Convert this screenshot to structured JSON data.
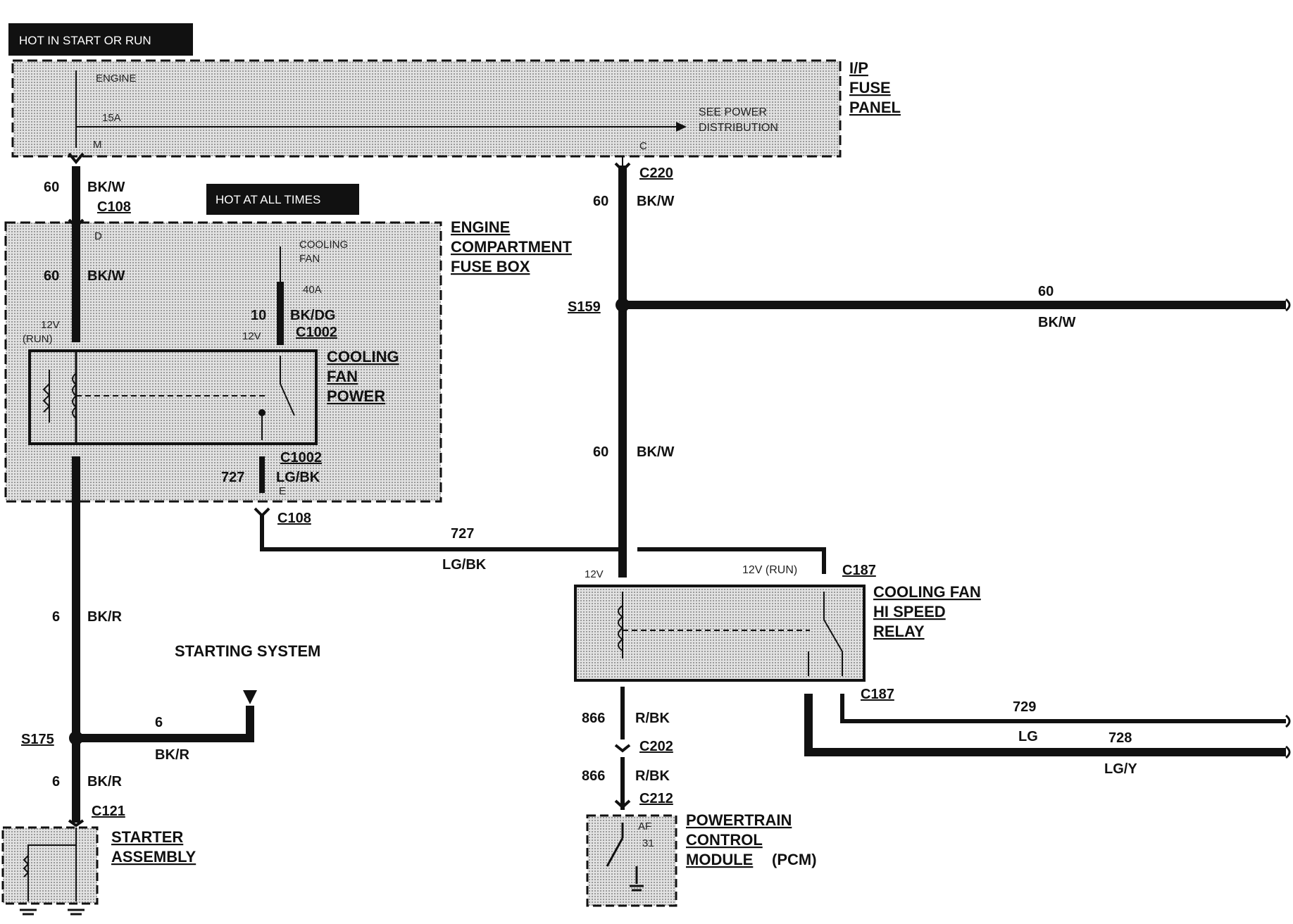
{
  "headers": {
    "hot_run": "HOT IN START OR RUN",
    "hot_all": "HOT AT ALL TIMES"
  },
  "components": {
    "ip_fuse_panel": [
      "I/P",
      "FUSE",
      "PANEL"
    ],
    "engine_fuse_box": [
      "ENGINE",
      "COMPARTMENT",
      "FUSE BOX"
    ],
    "cooling_fan_power": [
      "COOLING",
      "FAN",
      "POWER"
    ],
    "hi_speed_relay": [
      "COOLING FAN",
      "HI SPEED",
      "RELAY"
    ],
    "starter": [
      "STARTER",
      "ASSEMBLY"
    ],
    "pcm": [
      "POWERTRAIN",
      "CONTROL",
      "MODULE"
    ],
    "pcm_suffix": "(PCM)",
    "starting_system": "STARTING SYSTEM"
  },
  "fuse_labels": {
    "engine": "ENGINE",
    "amp15": "15A",
    "pin_m": "M",
    "see_power": "SEE POWER",
    "distribution": "DISTRIBUTION",
    "pin_c": "C",
    "cooling": "COOLING",
    "fan": "FAN",
    "amp40": "40A",
    "pin_d": "D",
    "v12": "12V",
    "run": "(RUN)",
    "pin_e": "E",
    "v12_run": "12V (RUN)",
    "pin_af": "AF",
    "pin_31": "31"
  },
  "connectors": {
    "c108": "C108",
    "c220": "C220",
    "c1002": "C1002",
    "c187": "C187",
    "c202": "C202",
    "c212": "C212",
    "c121": "C121",
    "s159": "S159",
    "s175": "S175"
  },
  "wires": {
    "n60": "60",
    "bkw": "BK/W",
    "n10": "10",
    "bkdg": "BK/DG",
    "n727": "727",
    "lgbk": "LG/BK",
    "n6": "6",
    "bkr": "BK/R",
    "n866": "866",
    "rbk": "R/BK",
    "n729": "729",
    "lg": "LG",
    "n728": "728",
    "lgy": "LG/Y"
  },
  "colors": {
    "wire": "#111111",
    "shade": "#cfcfcf",
    "header_bg": "#111111"
  }
}
